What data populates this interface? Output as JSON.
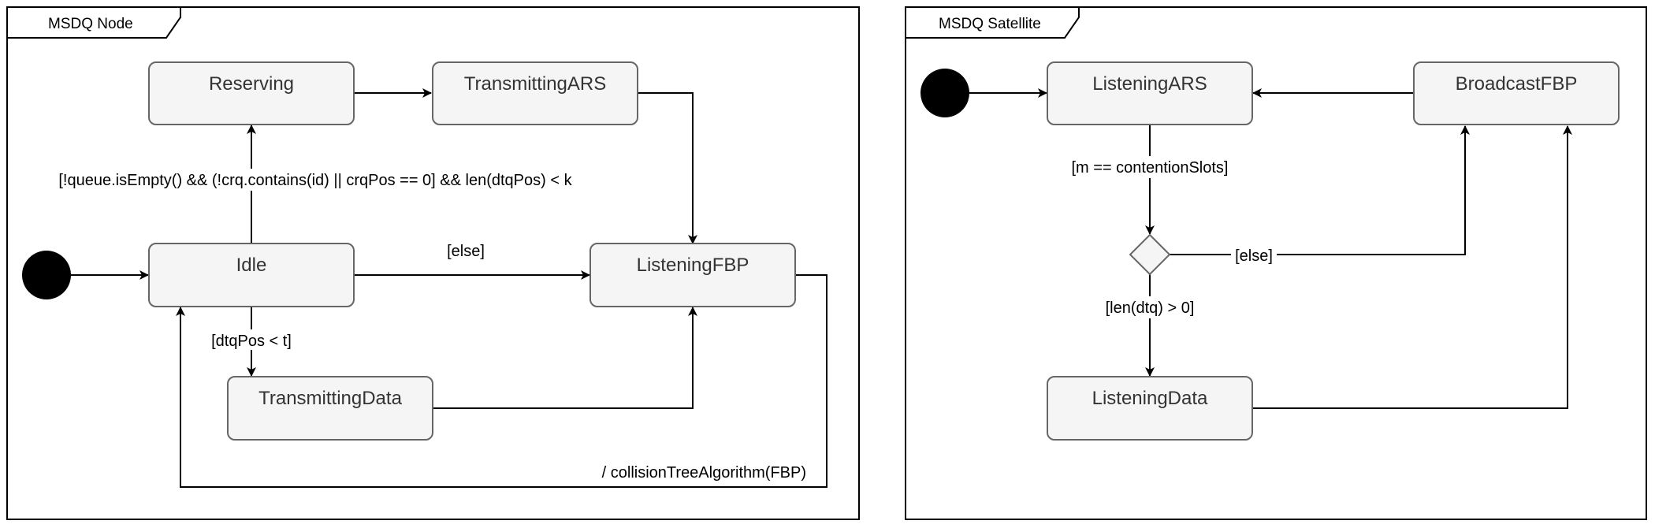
{
  "frames": {
    "node": {
      "title": "MSDQ Node"
    },
    "satellite": {
      "title": "MSDQ Satellite"
    }
  },
  "node": {
    "states": {
      "reserving": "Reserving",
      "transmitting_ars": "TransmittingARS",
      "idle": "Idle",
      "listening_fbp": "ListeningFBP",
      "transmitting_data": "TransmittingData"
    },
    "guards": {
      "reserve": "[!queue.isEmpty() && (!crq.contains(id) || crqPos == 0] && len(dtqPos) < k",
      "else": "[else]",
      "dtq": "[dtqPos < t]",
      "collision": "/ collisionTreeAlgorithm(FBP)"
    }
  },
  "satellite": {
    "states": {
      "listening_ars": "ListeningARS",
      "broadcast_fbp": "BroadcastFBP",
      "listening_data": "ListeningData"
    },
    "guards": {
      "contention": "[m == contentionSlots]",
      "else": "[else]",
      "len_dtq": "[len(dtq) > 0]"
    }
  }
}
